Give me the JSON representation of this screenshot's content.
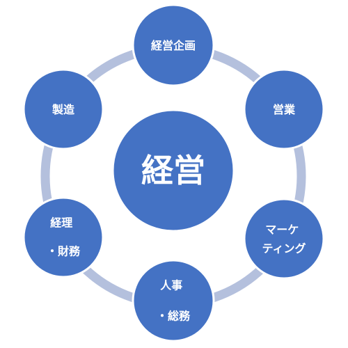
{
  "colors": {
    "ring": "#b4c0dd",
    "node_fill": "#4472c4",
    "node_stroke": "#ffffff",
    "text": "#ffffff"
  },
  "center": {
    "label": "経営"
  },
  "nodes": [
    {
      "id": "planning",
      "lines": [
        "経営企画"
      ]
    },
    {
      "id": "sales",
      "lines": [
        "営業"
      ]
    },
    {
      "id": "marketing",
      "lines": [
        "マーケ",
        "ティング"
      ]
    },
    {
      "id": "hr",
      "lines": [
        "人事",
        "・総務"
      ]
    },
    {
      "id": "accounting",
      "lines": [
        "経理",
        "・財務"
      ]
    },
    {
      "id": "manufacturing",
      "lines": [
        "製造"
      ]
    }
  ]
}
